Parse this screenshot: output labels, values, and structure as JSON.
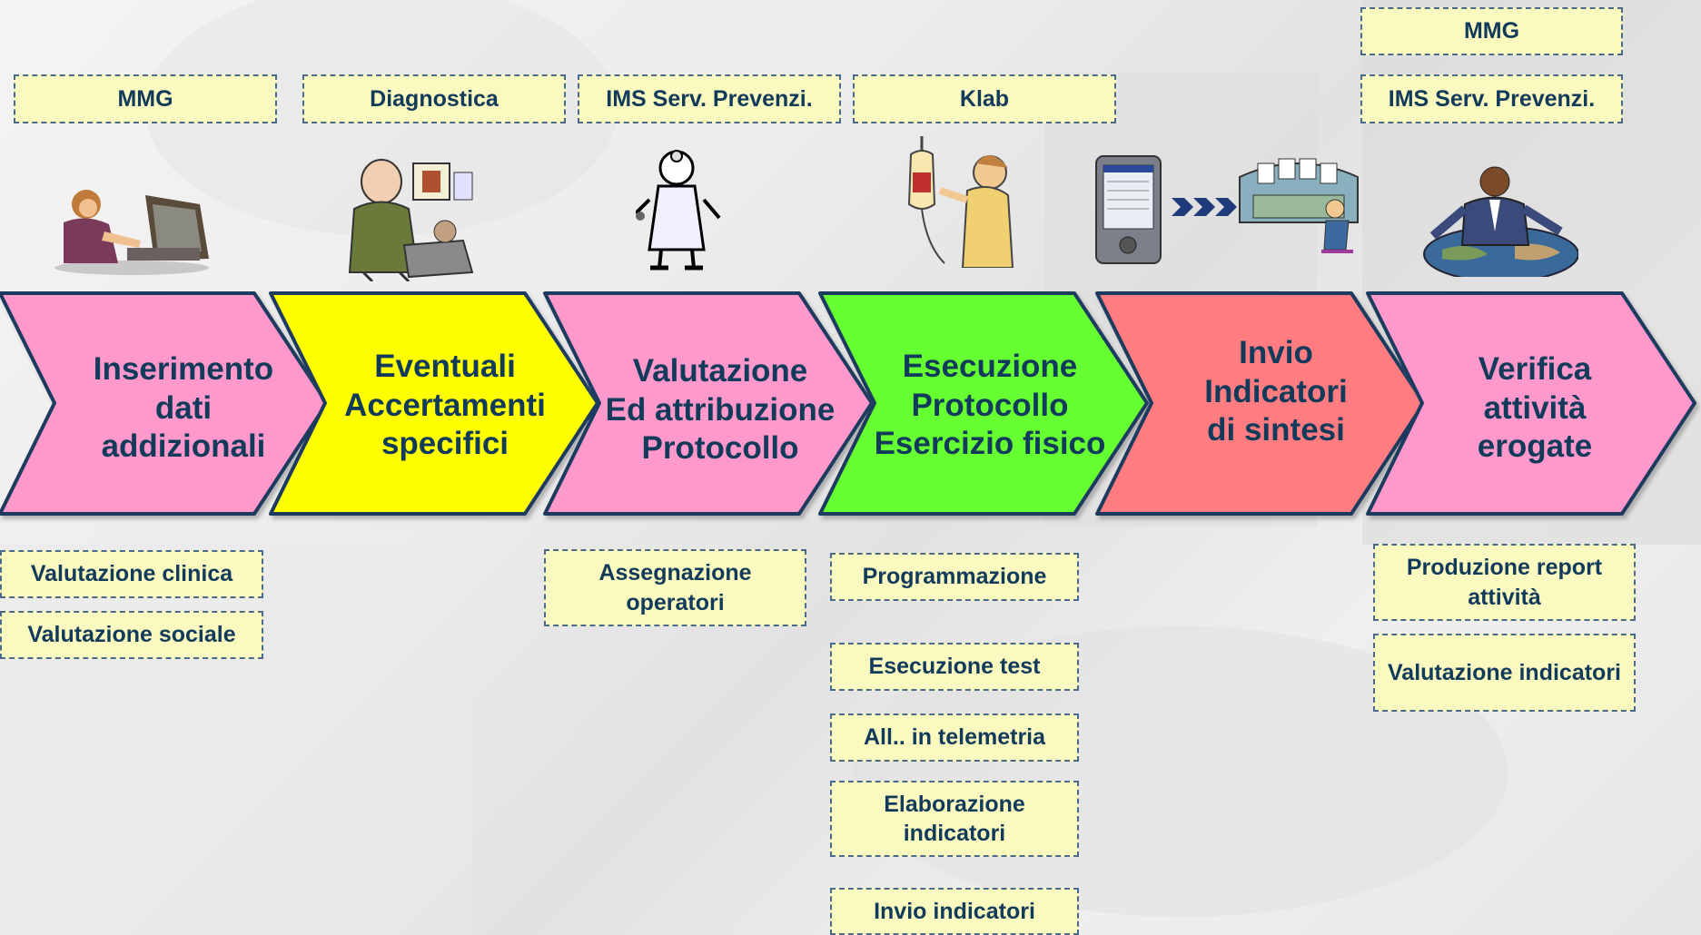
{
  "top_boxes": {
    "mmg_1": "MMG",
    "diagnostica": "Diagnostica",
    "ims_1": "IMS Serv. Prevenzi.",
    "klab": "Klab",
    "mmg_2": "MMG",
    "ims_2": "IMS Serv. Prevenzi."
  },
  "steps": [
    {
      "label": "Inserimento\ndati\naddizionali",
      "color": "#ff99cc"
    },
    {
      "label": "Eventuali\nAccertamenti\nspecifici",
      "color": "#ffff00"
    },
    {
      "label": "Valutazione\nEd attribuzione\nProtocollo",
      "color": "#ff99cc"
    },
    {
      "label": "Esecuzione\nProtocollo\nEsercizio fisico",
      "color": "#66ff33"
    },
    {
      "label": "Invio\nIndicatori\ndi sintesi",
      "color": "#ff7c80"
    },
    {
      "label": "Verifica\nattività\nerogate",
      "color": "#ff99cc"
    }
  ],
  "bottom_boxes": {
    "valutazione_clinica": "Valutazione clinica",
    "valutazione_sociale": "Valutazione sociale",
    "assegnazione_operatori": "Assegnazione operatori",
    "programmazione": "Programmazione",
    "esecuzione_test": "Esecuzione test",
    "all_telemetria": "All.. in telemetria",
    "elaborazione_indicatori": "Elaborazione indicatori",
    "invio_indicatori": "Invio indicatori",
    "produzione_report": "Produzione report attività",
    "valutazione_indicatori": "Valutazione indicatori"
  },
  "illustrations": {
    "step1": "person-at-computer-icon",
    "step2": "doctor-examination-icon",
    "step3": "doctor-stethoscope-icon",
    "step4": "nurse-iv-drip-icon",
    "step5a": "pda-device-icon",
    "step5b": "arrows-icon",
    "step5c": "control-room-icon",
    "step6": "manager-globe-icon"
  },
  "colors": {
    "box_fill": "#fafac0",
    "box_border": "#4a6a8a",
    "text": "#123a5a",
    "chevron_border": "#1f3a5f"
  }
}
